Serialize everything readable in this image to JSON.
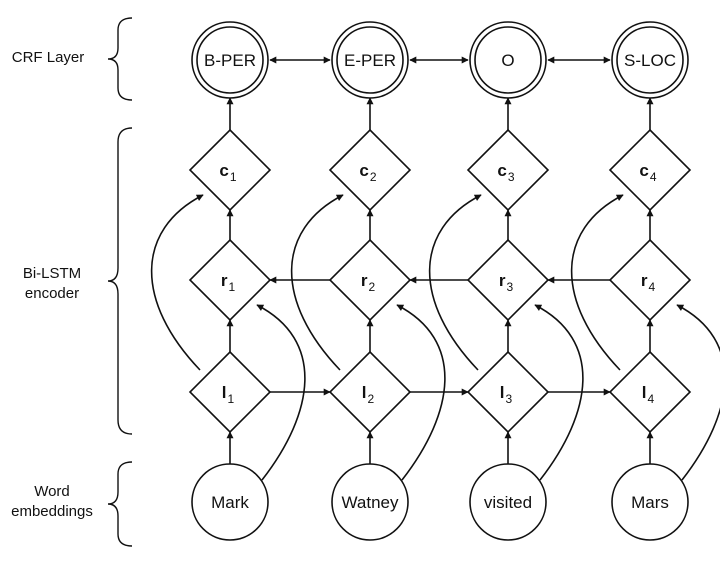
{
  "side_labels": {
    "crf": [
      "CRF Layer"
    ],
    "bilstm": [
      "Bi-LSTM",
      "encoder"
    ],
    "word": [
      "Word",
      "embeddings"
    ]
  },
  "crf_tags": [
    "B-PER",
    "E-PER",
    "O",
    "S-LOC"
  ],
  "words": [
    "Mark",
    "Watney",
    "visited",
    "Mars"
  ],
  "c_nodes": [
    {
      "letter": "c",
      "sub": "1"
    },
    {
      "letter": "c",
      "sub": "2"
    },
    {
      "letter": "c",
      "sub": "3"
    },
    {
      "letter": "c",
      "sub": "4"
    }
  ],
  "r_nodes": [
    {
      "letter": "r",
      "sub": "1"
    },
    {
      "letter": "r",
      "sub": "2"
    },
    {
      "letter": "r",
      "sub": "3"
    },
    {
      "letter": "r",
      "sub": "4"
    }
  ],
  "l_nodes": [
    {
      "letter": "l",
      "sub": "1"
    },
    {
      "letter": "l",
      "sub": "2"
    },
    {
      "letter": "l",
      "sub": "3"
    },
    {
      "letter": "l",
      "sub": "4"
    }
  ]
}
